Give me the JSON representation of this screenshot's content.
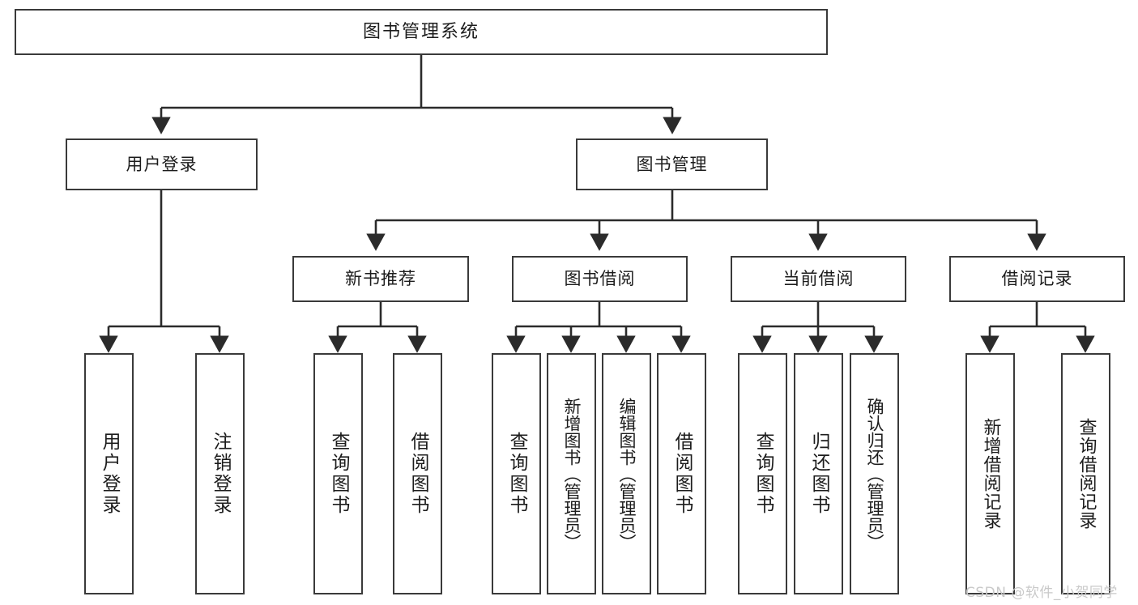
{
  "diagram": {
    "type": "tree-hierarchy",
    "title": "图书管理系统",
    "orientation": "top-down",
    "colors": {
      "box_border": "#3a3a3a",
      "box_fill": "#ffffff",
      "connector": "#2b2b2b",
      "text": "#1c1c1c",
      "watermark": "#c9c9c9",
      "background": "#ffffff"
    },
    "nodes": {
      "root": {
        "label": "图书管理系统"
      },
      "level2": [
        {
          "id": "user-login",
          "label": "用户登录"
        },
        {
          "id": "book-manage",
          "label": "图书管理"
        }
      ],
      "level3": [
        {
          "id": "new-book-recommend",
          "label": "新书推荐"
        },
        {
          "id": "book-borrow",
          "label": "图书借阅"
        },
        {
          "id": "current-borrow",
          "label": "当前借阅"
        },
        {
          "id": "borrow-record",
          "label": "借阅记录"
        }
      ],
      "leaves": {
        "user-login": [
          {
            "id": "leaf-user-login",
            "label": "用户登录"
          },
          {
            "id": "leaf-logout",
            "label": "注销登录"
          }
        ],
        "new-book-recommend": [
          {
            "id": "leaf-query-book-1",
            "label": "查询图书"
          },
          {
            "id": "leaf-borrow-book-1",
            "label": "借阅图书"
          }
        ],
        "book-borrow": [
          {
            "id": "leaf-query-book-2",
            "label": "查询图书"
          },
          {
            "id": "leaf-add-book",
            "label": "新增图书（管理员）"
          },
          {
            "id": "leaf-edit-book",
            "label": "编辑图书（管理员）"
          },
          {
            "id": "leaf-borrow-book-2",
            "label": "借阅图书"
          }
        ],
        "current-borrow": [
          {
            "id": "leaf-query-book-3",
            "label": "查询图书"
          },
          {
            "id": "leaf-return-book",
            "label": "归还图书"
          },
          {
            "id": "leaf-confirm-return",
            "label": "确认归还（管理员）"
          }
        ],
        "borrow-record": [
          {
            "id": "leaf-add-record",
            "label": "新增借阅记录"
          },
          {
            "id": "leaf-query-record",
            "label": "查询借阅记录"
          }
        ]
      }
    },
    "watermark": "CSDN @软件_小贺同学"
  }
}
